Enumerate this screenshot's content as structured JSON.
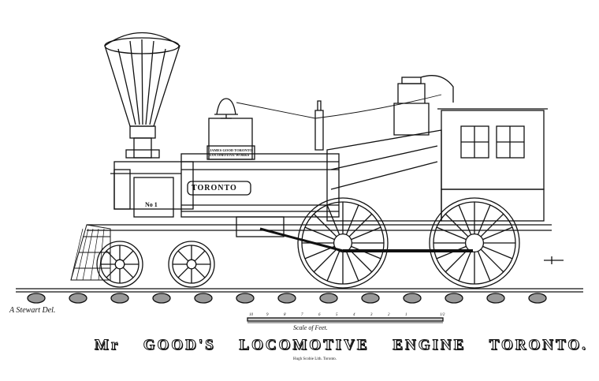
{
  "credit": "A Stewart Del.",
  "scale": {
    "label": "Scale of Feet.",
    "ticks": [
      "10",
      "9",
      "8",
      "7",
      "6",
      "5",
      "4",
      "3",
      "2",
      "1",
      "",
      "1/2"
    ]
  },
  "title": "Mr GOOD'S LOCOMOTIVE ENGINE TORONTO.",
  "printer": "Hugh Scobie Lith. Toronto.",
  "engine": {
    "nameplate": "TORONTO",
    "number": "No 1",
    "works_line1": "JAMES GOOD TORONTO",
    "works_line2": "LOCOMOTIVE WORKS"
  },
  "colors": {
    "ink": "#111111",
    "paper": "#ffffff"
  }
}
